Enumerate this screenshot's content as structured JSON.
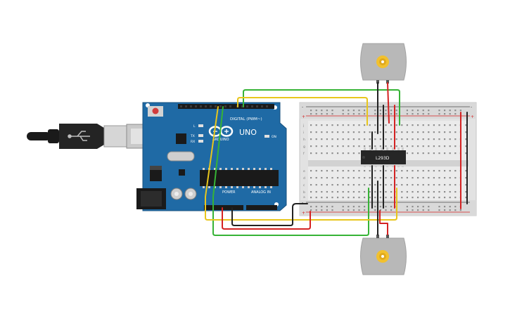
{
  "arduino": {
    "logo_text": "ARDUINO",
    "model": "UNO",
    "digital_label": "DIGITAL (PWM~)",
    "power_label": "POWER",
    "analog_label": "ANALOG IN",
    "tx_label": "TX",
    "rx_label": "RX",
    "l_label": "L",
    "on_label": "ON"
  },
  "chip": {
    "label": "L293D"
  },
  "breadboard": {
    "row_letters_top": [
      "j",
      "i",
      "h",
      "g",
      "f"
    ],
    "row_letters_bottom": [
      "e",
      "d",
      "c",
      "b",
      "a"
    ],
    "plus": "+",
    "minus": "-"
  },
  "colors": {
    "board": "#1f6aa5",
    "wire_green": "#36b336",
    "wire_yellow": "#e8c61c",
    "wire_red": "#d42222",
    "wire_black": "#222222",
    "motor_gear": "#f2c12e"
  }
}
